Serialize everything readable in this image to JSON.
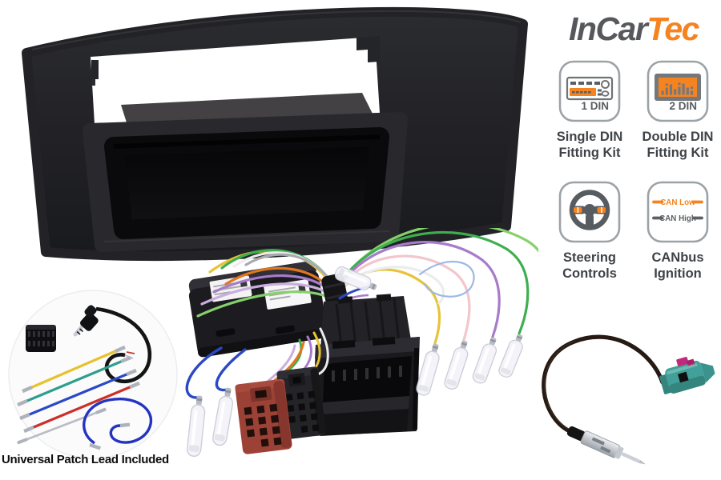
{
  "brand": {
    "name_primary": "InCar",
    "name_accent": "Tec"
  },
  "features": {
    "single_din": {
      "badge": "1 DIN",
      "line1": "Single DIN",
      "line2": "Fitting Kit"
    },
    "double_din": {
      "badge": "2 DIN",
      "line1": "Double DIN",
      "line2": "Fitting Kit"
    },
    "steering": {
      "line1": "Steering",
      "line2": "Controls"
    },
    "canbus": {
      "label_low": "CAN Low",
      "label_high": "CAN High",
      "line1": "CANbus",
      "line2": "Ignition"
    }
  },
  "patch_lead": {
    "caption": "Universal Patch Lead Included"
  },
  "colors": {
    "accent_orange": "#f5831f",
    "logo_gray": "#57585c",
    "caption_gray": "#3f4347",
    "caption_black": "#0d0d0e",
    "icon_outline_gray": "#9da2a6",
    "icon_detail_gray": "#5b6064"
  }
}
